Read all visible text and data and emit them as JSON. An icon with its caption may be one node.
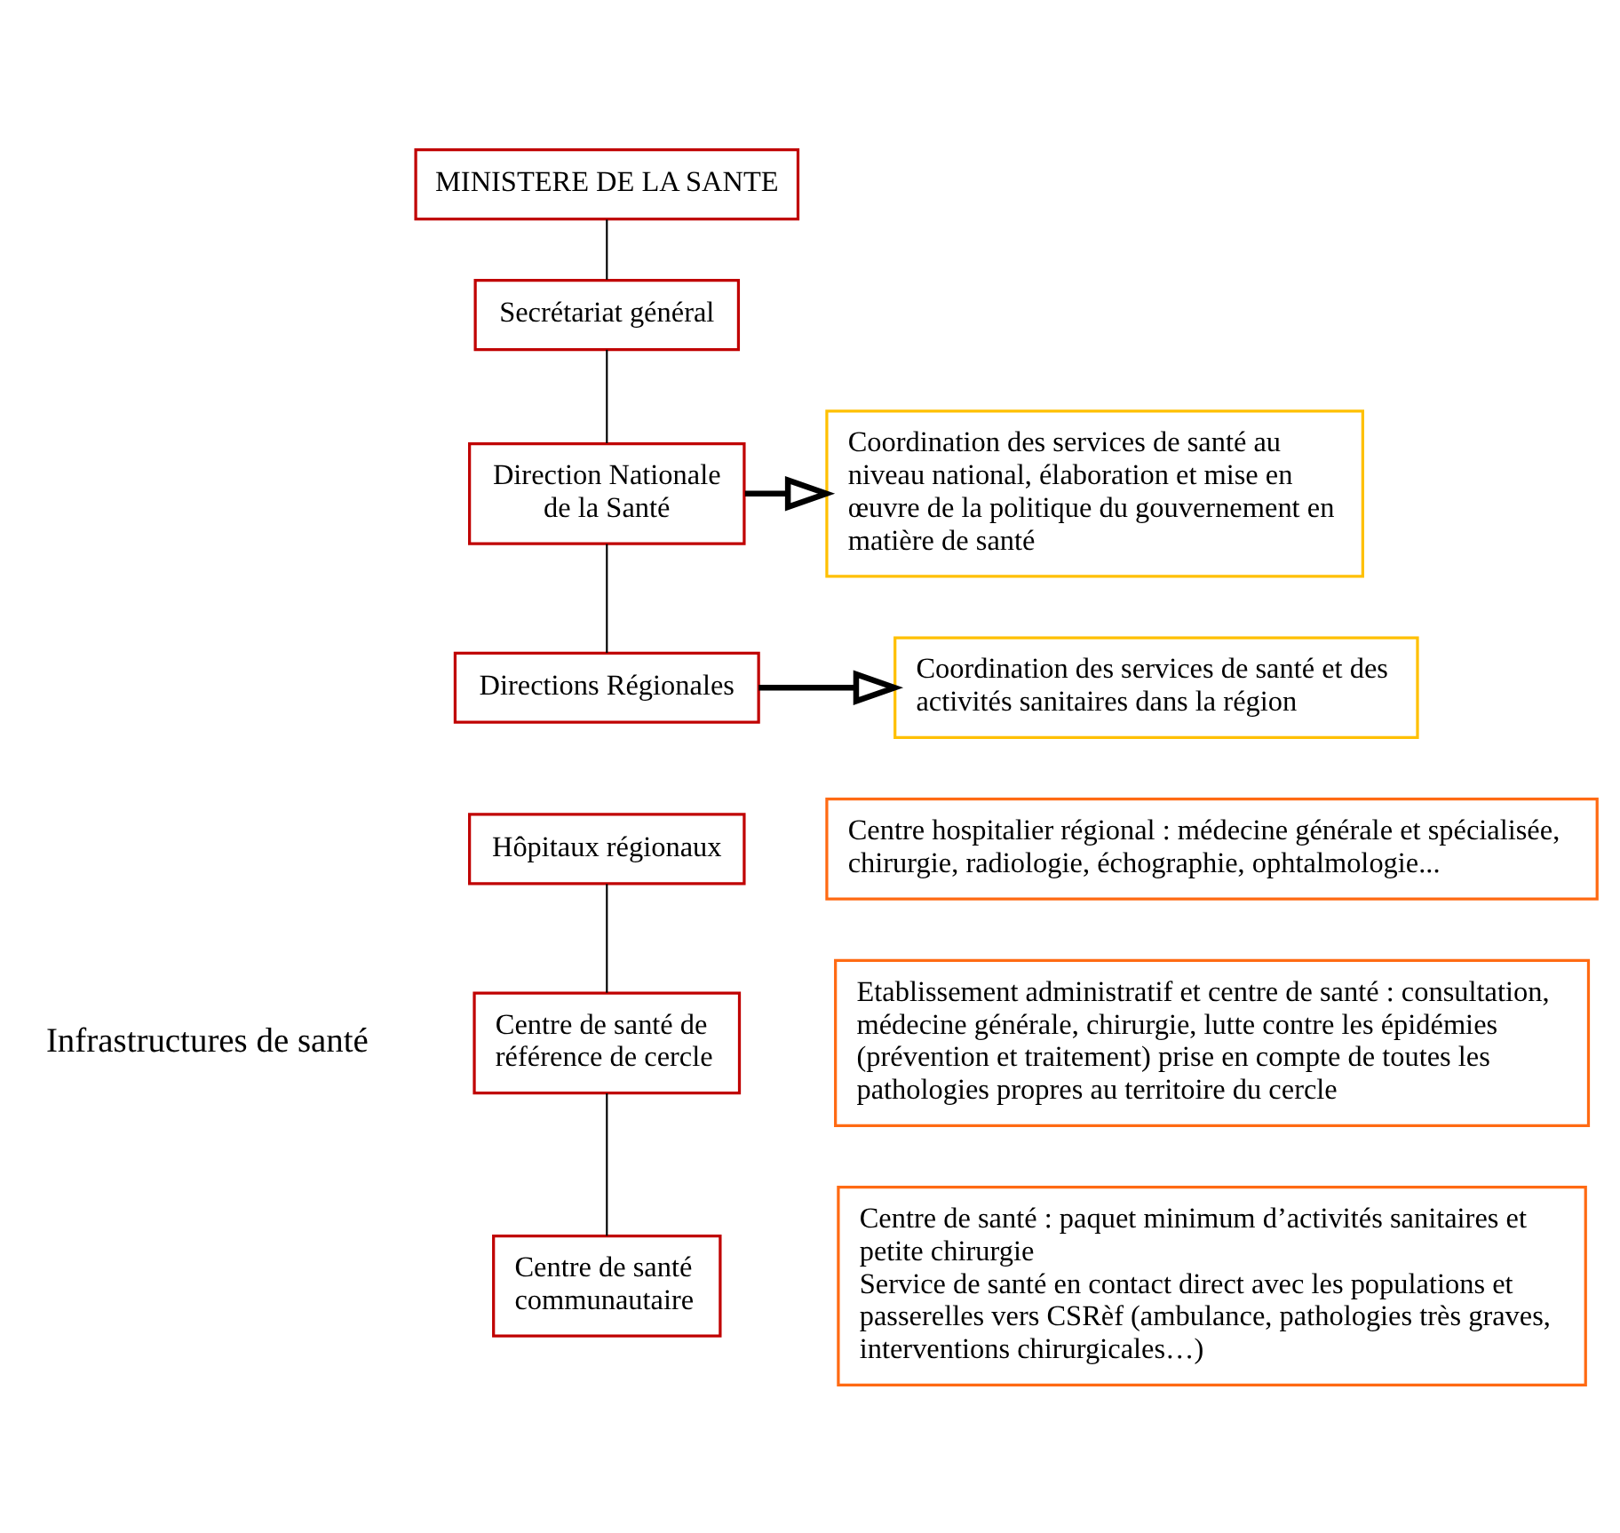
{
  "diagram": {
    "nodes": [
      {
        "text": [
          "MINISTERE DE LA SANTE"
        ]
      },
      {
        "text": [
          "Secrétariat général"
        ]
      },
      {
        "text": [
          "Direction Nationale de la Santé"
        ]
      },
      {
        "text": [
          "Directions Régionales"
        ]
      },
      {
        "text": [
          "Coordination des services de santé au niveau national, élaboration et mise en œuvre de la politique du gouvernement en matière de santé"
        ]
      },
      {
        "text": [
          "Coordination des services de santé et des activités sanitaires dans la région"
        ]
      },
      {
        "text": [
          "Hôpitaux régionaux"
        ]
      },
      {
        "text": [
          "Centre de santé de référence de cercle"
        ]
      },
      {
        "text": [
          "Centre de santé communautaire"
        ]
      },
      {
        "text": [
          "Centre hospitalier régional : médecine générale et spécialisée, chirurgie, radiologie, échographie, ophtalmologie..."
        ]
      },
      {
        "text": [
          "Etablissement administratif et centre de santé : consultation, médecine générale, chirurgie, lutte contre les épidémies (prévention et traitement) prise en compte de toutes les pathologies propres au territoire du cercle"
        ]
      },
      {
        "text": [
          "Centre de santé : paquet minimum d’activités sanitaires et petite chirurgie",
          "Service de santé en contact direct avec les populations et passerelles vers CSRèf (ambulance, pathologies très graves, interventions chirurgicales…)"
        ]
      }
    ],
    "edges": [
      {
        "from": 0,
        "to": 1,
        "arrow": "none"
      },
      {
        "from": 1,
        "to": 2,
        "arrow": "none"
      },
      {
        "from": 2,
        "to": 3,
        "arrow": "none"
      },
      {
        "from": 2,
        "to": 4,
        "arrow": "to",
        "style": "thick"
      },
      {
        "from": 3,
        "to": 5,
        "arrow": "to",
        "style": "thick"
      },
      {
        "from": 6,
        "to": 7,
        "arrow": "none"
      },
      {
        "from": 7,
        "to": 8,
        "arrow": "none"
      }
    ],
    "labels": [
      "Infrastructures de santé"
    ]
  }
}
